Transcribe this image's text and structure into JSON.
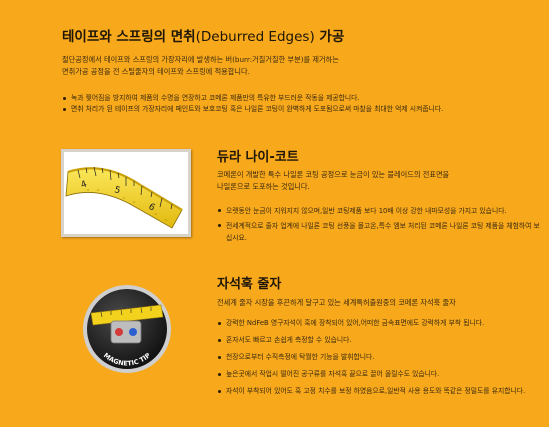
{
  "section1": {
    "title_bold_1": "테이프와 스프링의 면취",
    "title_light": "(Deburred Edges)",
    "title_bold_2": " 가공",
    "intro_1": "절단공정에서 테이프와 스프링의 가장자리에 발생하는 버(burr:거칠거칠한 부분)를 제거하는",
    "intro_2": "면취가공 공정을 전 스틸줄자의 테이프와 스프링에 적용합니다.",
    "bullets": [
      "녹과 찢어짐을 방지하여 제품의 수명을 연장하고 코메론 제품만의 특유한 부드러운 작동을 제공합니다.",
      "면취 처리가 된 테이프의 가장자리에 페인트와 보호코팅 혹은 나일론 코팅이 완벽하게 도포됨으로써 마찰을 최대한 억제 시켜줍니다."
    ]
  },
  "section2": {
    "title": "듀라 나이-코트",
    "desc_1": "코메론이 개발한 특수 나일론 코팅 공정으로 눈금이 있는 블레이드의 전표면을",
    "desc_2": "나일론으로 도포하는 것입니다.",
    "bullets": [
      "오랫동안 눈금이 지워지지 않으며,일반 코팅제품 보다 10배 이상 강한 내마모성을 가지고 있습니다.",
      "전세계적으로 줄자 업계에 나일론 코팅 선풍을 몰고온,특수 엠보 처리된 코메론 나일론 코팅 제품을 체험하여 보십시요."
    ],
    "tape_numbers": [
      "4",
      "5",
      "6"
    ]
  },
  "section3": {
    "title": "자석훅 줄자",
    "desc": "전세계 줄자 시장을 후끈하게 달구고 있는 세계특허출원중의 코메론 자석훅 줄자",
    "bullets": [
      "강력한 NdFeB 영구자석이 훅에 장착되어 있어,어떠한 금속표면에도 강력하게 부착 됩니다.",
      "혼자서도 빠르고 손쉽게 측정할 수 있습니다.",
      "천장으로부터 수직측정에 탁월한 기능을 발휘합니다.",
      "높은곳에서 작업시 떨어진 공구류를 자석훅 끝으로 끌어 올릴수도 있습니다.",
      "자석이 부착되어 있어도 훅 고정 치수를 보정 하였음으로,일반적 사용 용도와 똑같은 정밀도를 유지합니다."
    ],
    "magnet_label": "MAGNETIC TIP"
  },
  "colors": {
    "background": "#f7a81b",
    "title_text": "#1e1608",
    "body_text": "#3b2a10",
    "tape_yellow": "#f3d21e",
    "magnet_ring": "#1c1c1c"
  }
}
